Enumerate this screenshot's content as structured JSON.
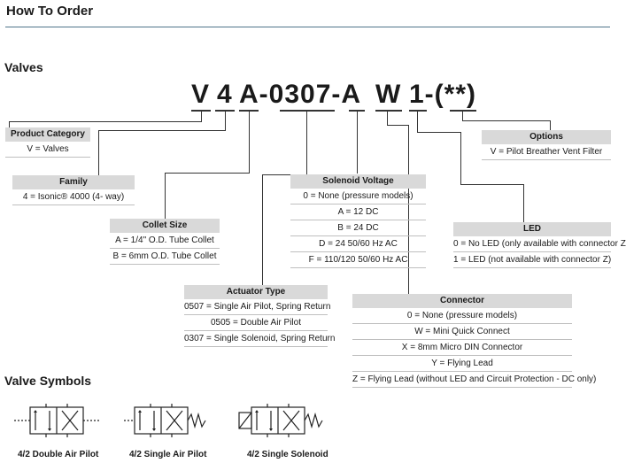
{
  "page_title": "How To Order",
  "sections": {
    "valves": "Valves",
    "symbols": "Valve Symbols"
  },
  "code": [
    "V",
    "4",
    "A-0307-A",
    "W",
    "1-(**)"
  ],
  "product_category": {
    "header": "Product Category",
    "rows": [
      "V = Valves"
    ]
  },
  "family": {
    "header": "Family",
    "rows": [
      "4 = Isonic® 4000 (4- way)"
    ]
  },
  "collet_size": {
    "header": "Collet Size",
    "rows": [
      "A = 1/4\" O.D. Tube Collet",
      "B = 6mm O.D. Tube Collet"
    ]
  },
  "actuator_type": {
    "header": "Actuator Type",
    "rows": [
      "0507 = Single Air Pilot, Spring Return",
      "0505 = Double Air Pilot",
      "0307 = Single Solenoid, Spring Return"
    ]
  },
  "solenoid_voltage": {
    "header": "Solenoid Voltage",
    "rows": [
      "0 = None (pressure models)",
      "A = 12 DC",
      "B = 24 DC",
      "D = 24 50/60 Hz AC",
      "F = 110/120 50/60 Hz AC"
    ]
  },
  "connector": {
    "header": "Connector",
    "rows": [
      "0 = None (pressure models)",
      "W = Mini Quick Connect",
      "X = 8mm Micro DIN Connector",
      "Y = Flying Lead",
      "Z = Flying Lead (without LED and Circuit Protection - DC only)"
    ]
  },
  "led": {
    "header": "LED",
    "rows": [
      "0 = No LED (only available with connector Z)",
      "1 = LED (not available with connector Z)"
    ]
  },
  "options": {
    "header": "Options",
    "rows": [
      "V = Pilot Breather Vent Filter"
    ]
  },
  "symbols": [
    "4/2 Double Air Pilot",
    "4/2 Single Air Pilot",
    "4/2 Single Solenoid"
  ]
}
